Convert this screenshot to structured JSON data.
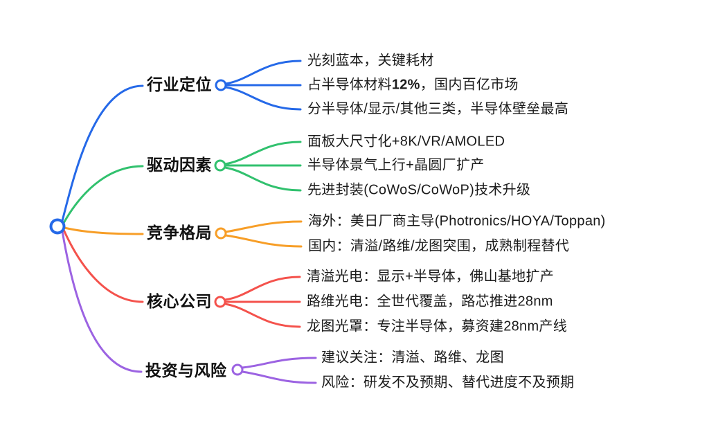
{
  "root": {
    "color": "#2569E8"
  },
  "bold_substrings": [
    "12%"
  ],
  "branches": [
    {
      "label": "行业定位",
      "color": "#2569E8",
      "leaves": [
        "光刻蓝本，关键耗材",
        "占半导体材料12%，国内百亿市场",
        "分半导体/显示/其他三类，半导体壁垒最高"
      ]
    },
    {
      "label": "驱动因素",
      "color": "#31C16E",
      "leaves": [
        "面板大尺寸化+8K/VR/AMOLED",
        "半导体景气上行+晶圆厂扩产",
        "先进封装(CoWoS/CoWoP)技术升级"
      ]
    },
    {
      "label": "竞争格局",
      "color": "#F79E27",
      "leaves": [
        "海外：美日厂商主导(Photronics/HOYA/Toppan)",
        "国内：清溢/路维/龙图突围，成熟制程替代"
      ]
    },
    {
      "label": "核心公司",
      "color": "#F4524C",
      "leaves": [
        "清溢光电：显示+半导体，佛山基地扩产",
        "路维光电：全世代覆盖，路芯推进28nm",
        "龙图光罩：专注半导体，募资建28nm产线"
      ]
    },
    {
      "label": "投资与风险",
      "color": "#9C63E2",
      "leaves": [
        "建议关注：清溢、路维、龙图",
        "风险：研发不及预期、替代进度不及预期"
      ]
    }
  ]
}
